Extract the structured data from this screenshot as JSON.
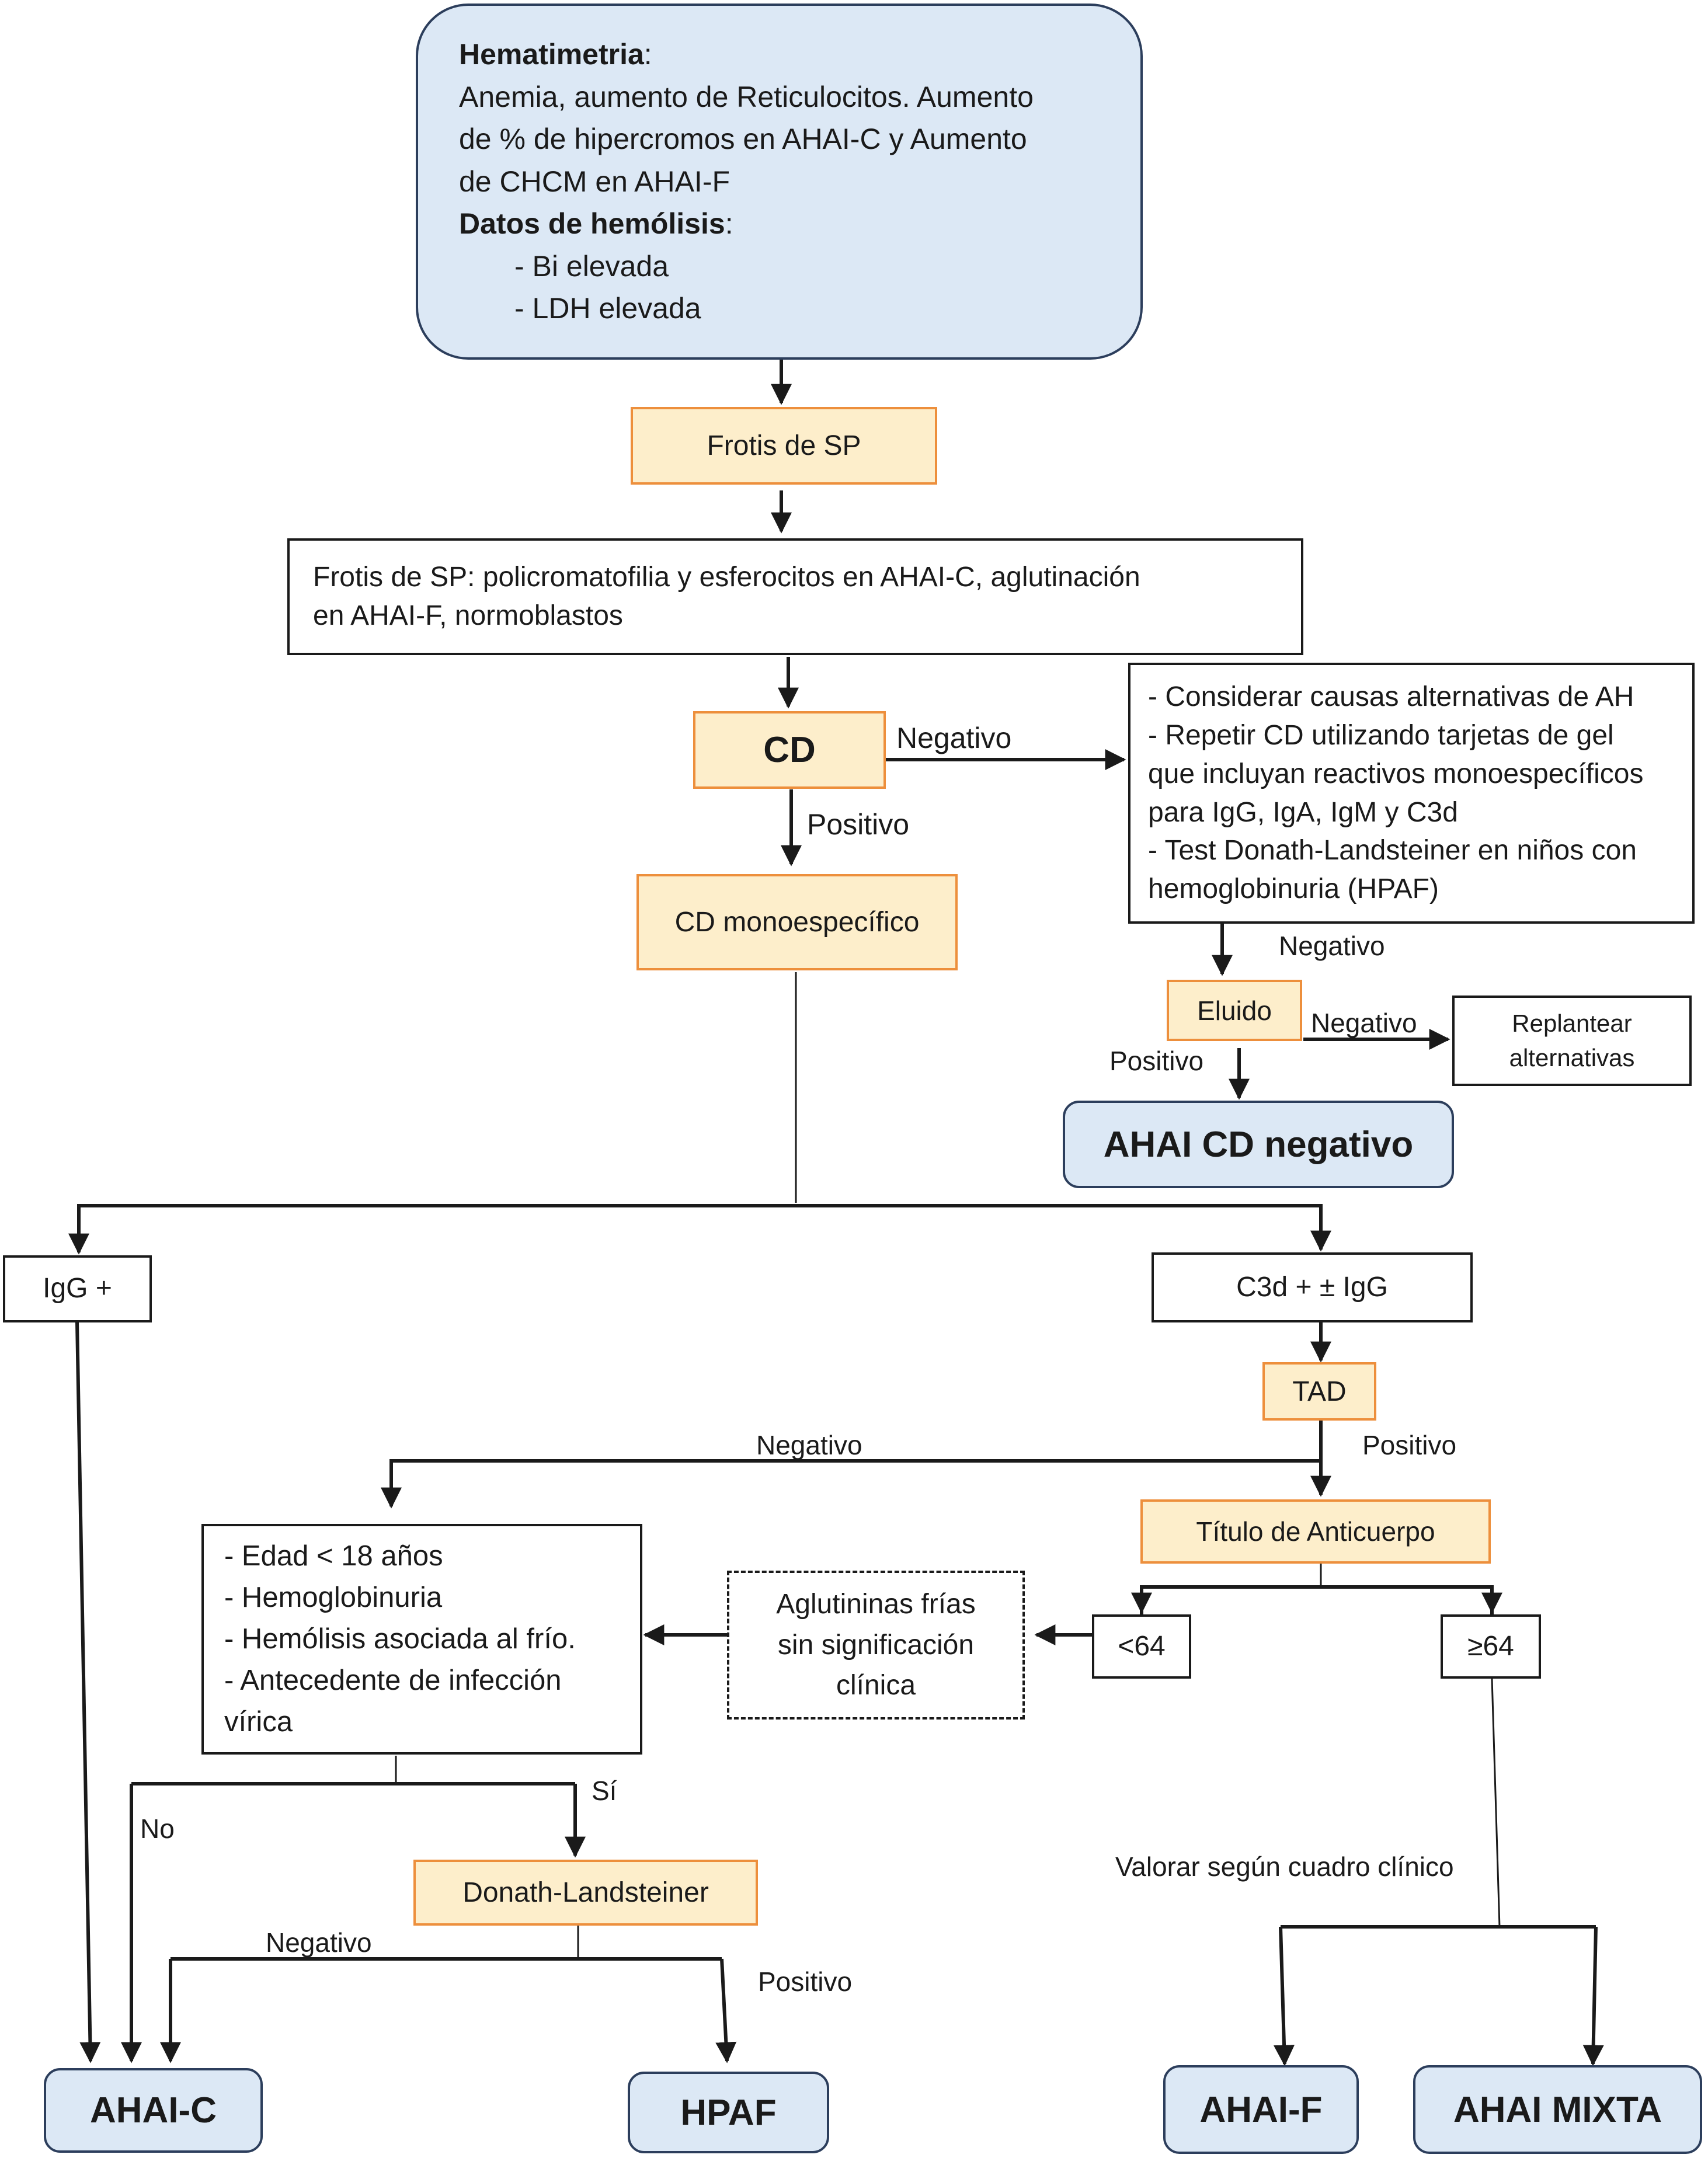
{
  "hematimetria": {
    "title": "Hematimetria",
    "title_suffix": ":",
    "text_line1": "Anemia, aumento de Reticulocitos. Aumento",
    "text_line2": "de % de hipercromos en AHAI-C y Aumento",
    "text_line3": "de CHCM en AHAI-F",
    "hemolisis_title": "Datos de hemólisis",
    "hemolisis_suffix": ":",
    "item1": "- Bi elevada",
    "item2": "- LDH elevada"
  },
  "frotis": "Frotis de SP",
  "frotis_result": {
    "line1": "Frotis de SP: policromatofilia y esferocitos en AHAI-C, aglutinación",
    "line2": "en AHAI-F, normoblastos"
  },
  "cd": "CD",
  "cd_negative_box": {
    "line1": "- Considerar causas alternativas de AH",
    "line2": "- Repetir CD utilizando tarjetas de gel",
    "line3": "que incluyan reactivos monoespecíficos",
    "line4": "para IgG, IgA, IgM y C3d",
    "line5": "- Test Donath-Landsteiner en niños con",
    "line6": "hemoglobinuria (HPAF)"
  },
  "cd_mono": "CD monoespecífico",
  "eluido": "Eluido",
  "replantear": {
    "line1": "Replantear",
    "line2": "alternativas"
  },
  "ahai_cd_neg": "AHAI CD negativo",
  "igg": "IgG +",
  "c3d": "C3d + ± IgG",
  "tad": "TAD",
  "titulo": "Título de Anticuerpo",
  "criteria": {
    "line1": "- Edad < 18 años",
    "line2": "- Hemoglobinuria",
    "line3": "- Hemólisis asociada al frío.",
    "line4": "- Antecedente de infección",
    "line5": "vírica"
  },
  "aglutininas": {
    "line1": "Aglutininas frías",
    "line2": "sin significación",
    "line3": "clínica"
  },
  "lt64": "<64",
  "ge64": "≥64",
  "donath": "Donath-Landsteiner",
  "valorar": "Valorar según cuadro clínico",
  "outcomes": {
    "ahai_c": "AHAI-C",
    "hpaf": "HPAF",
    "ahai_f": "AHAI-F",
    "ahai_mixta": "AHAI MIXTA"
  },
  "labels": {
    "negativo": "Negativo",
    "positivo": "Positivo",
    "si": "Sí",
    "no": "No"
  },
  "colors": {
    "blue_fill": "#dce8f5",
    "blue_border": "#2c3e5c",
    "orange_fill": "#fdeecb",
    "orange_border": "#ed8f3c",
    "line": "#1a1a1a"
  }
}
